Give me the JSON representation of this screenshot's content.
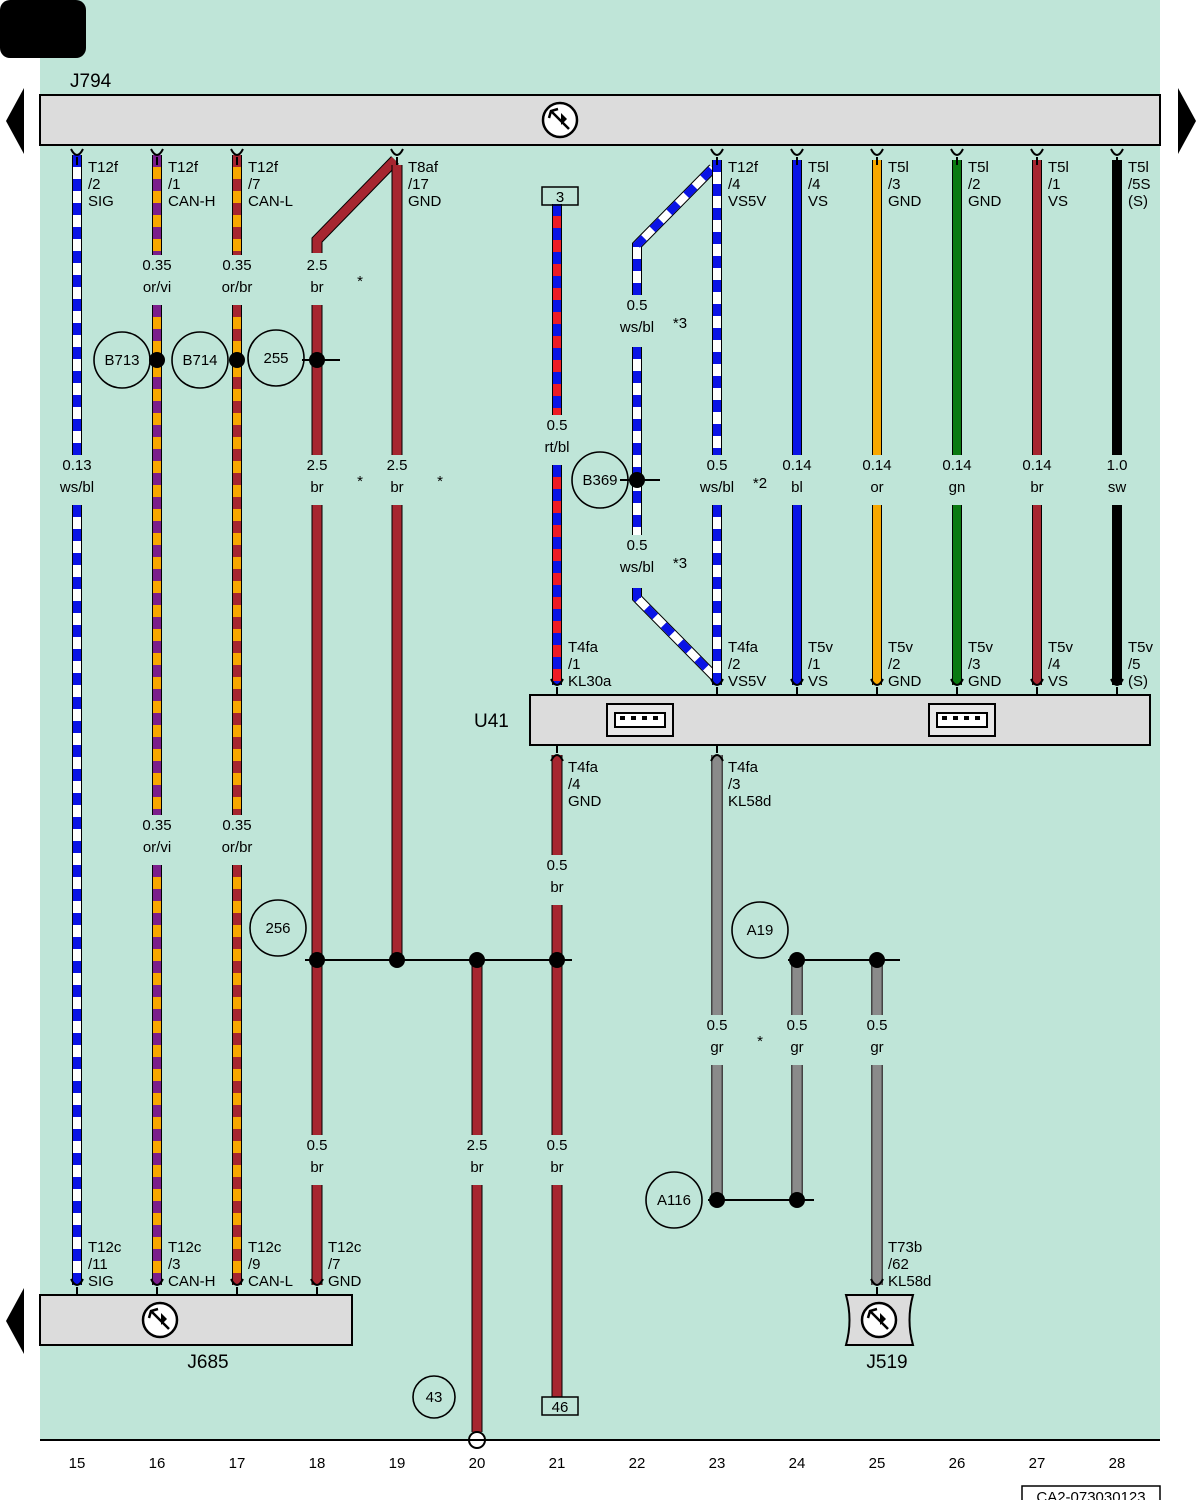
{
  "colors": {
    "background": "#bfe5d8",
    "component_fill": "#dcdcdc",
    "ws": "#ffffff",
    "bl": "#0a14e6",
    "or": "#f7a800",
    "vi": "#7b1f8c",
    "br": "#a62630",
    "rt": "#ee1c24",
    "gn": "#0a7a12",
    "gr": "#8a8a8a",
    "sw": "#000000"
  },
  "components": {
    "j794": "J794",
    "u41": "U41",
    "j685": "J685",
    "j519": "J519"
  },
  "page_code": "CA2-073030123",
  "columns": [
    "15",
    "16",
    "17",
    "18",
    "19",
    "20",
    "21",
    "22",
    "23",
    "24",
    "25",
    "26",
    "27",
    "28"
  ],
  "connections": [
    {
      "id": "c15-top",
      "col": 15,
      "lines": [
        "T12f",
        "/2",
        "SIG"
      ]
    },
    {
      "id": "c16-top",
      "col": 16,
      "lines": [
        "T12f",
        "/1",
        "CAN-H"
      ]
    },
    {
      "id": "c17-top",
      "col": 17,
      "lines": [
        "T12f",
        "/7",
        "CAN-L"
      ]
    },
    {
      "id": "c19-top",
      "col": 19,
      "lines": [
        "T8af",
        "/17",
        "GND"
      ]
    },
    {
      "id": "c23-top",
      "col": 23,
      "lines": [
        "T12f",
        "/4",
        "VS5V"
      ]
    },
    {
      "id": "c24-top",
      "col": 24,
      "lines": [
        "T5l",
        "/4",
        "VS"
      ]
    },
    {
      "id": "c25-top",
      "col": 25,
      "lines": [
        "T5l",
        "/3",
        "GND"
      ]
    },
    {
      "id": "c26-top",
      "col": 26,
      "lines": [
        "T5l",
        "/2",
        "GND"
      ]
    },
    {
      "id": "c27-top",
      "col": 27,
      "lines": [
        "T5l",
        "/1",
        "VS"
      ]
    },
    {
      "id": "c28-top",
      "col": 28,
      "lines": [
        "T5l",
        "/5S",
        "(S)"
      ]
    },
    {
      "id": "c21-u41in",
      "col": 21,
      "lines": [
        "T4fa",
        "/1",
        "KL30a"
      ]
    },
    {
      "id": "c23-u41in",
      "col": 23,
      "lines": [
        "T4fa",
        "/2",
        "VS5V"
      ]
    },
    {
      "id": "c24-u41in",
      "col": 24,
      "lines": [
        "T5v",
        "/1",
        "VS"
      ]
    },
    {
      "id": "c25-u41in",
      "col": 25,
      "lines": [
        "T5v",
        "/2",
        "GND"
      ]
    },
    {
      "id": "c26-u41in",
      "col": 26,
      "lines": [
        "T5v",
        "/3",
        "GND"
      ]
    },
    {
      "id": "c27-u41in",
      "col": 27,
      "lines": [
        "T5v",
        "/4",
        "VS"
      ]
    },
    {
      "id": "c28-u41in",
      "col": 28,
      "lines": [
        "T5v",
        "/5",
        "(S)"
      ]
    },
    {
      "id": "c21-u41out",
      "col": 21,
      "lines": [
        "T4fa",
        "/4",
        "GND"
      ]
    },
    {
      "id": "c23-u41out",
      "col": 23,
      "lines": [
        "T4fa",
        "/3",
        "KL58d"
      ]
    },
    {
      "id": "c15-bot",
      "col": 15,
      "lines": [
        "T12c",
        "/11",
        "SIG"
      ]
    },
    {
      "id": "c16-bot",
      "col": 16,
      "lines": [
        "T12c",
        "/3",
        "CAN-H"
      ]
    },
    {
      "id": "c17-bot",
      "col": 17,
      "lines": [
        "T12c",
        "/9",
        "CAN-L"
      ]
    },
    {
      "id": "c18-bot",
      "col": 18,
      "lines": [
        "T12c",
        "/7",
        "GND"
      ]
    },
    {
      "id": "c25-bot",
      "col": 25,
      "lines": [
        "T73b",
        "/62",
        "KL58d"
      ]
    }
  ],
  "wire_labels": [
    {
      "id": "w15",
      "col": 15,
      "size": "0.13",
      "color": "ws/bl"
    },
    {
      "id": "w16a",
      "col": 16,
      "size": "0.35",
      "color": "or/vi"
    },
    {
      "id": "w17a",
      "col": 17,
      "size": "0.35",
      "color": "or/br"
    },
    {
      "id": "w18a",
      "col": 18,
      "size": "2.5",
      "color": "br",
      "note": "*"
    },
    {
      "id": "w18b",
      "col": 18,
      "size": "2.5",
      "color": "br",
      "note": "*"
    },
    {
      "id": "w19",
      "col": 19,
      "size": "2.5",
      "color": "br",
      "note": "*"
    },
    {
      "id": "w21a",
      "col": 21,
      "size": "0.5",
      "color": "rt/bl"
    },
    {
      "id": "w22a",
      "col": 22,
      "size": "0.5",
      "color": "ws/bl",
      "note": "*3"
    },
    {
      "id": "w22b",
      "col": 22,
      "size": "0.5",
      "color": "ws/bl",
      "note": "*3"
    },
    {
      "id": "w23a",
      "col": 23,
      "size": "0.5",
      "color": "ws/bl",
      "note": "*2"
    },
    {
      "id": "w24",
      "col": 24,
      "size": "0.14",
      "color": "bl"
    },
    {
      "id": "w25a",
      "col": 25,
      "size": "0.14",
      "color": "or"
    },
    {
      "id": "w26",
      "col": 26,
      "size": "0.14",
      "color": "gn"
    },
    {
      "id": "w27",
      "col": 27,
      "size": "0.14",
      "color": "br"
    },
    {
      "id": "w28",
      "col": 28,
      "size": "1.0",
      "color": "sw"
    },
    {
      "id": "w16b",
      "col": 16,
      "size": "0.35",
      "color": "or/vi"
    },
    {
      "id": "w17b",
      "col": 17,
      "size": "0.35",
      "color": "or/br"
    },
    {
      "id": "w21b",
      "col": 21,
      "size": "0.5",
      "color": "br"
    },
    {
      "id": "w23b",
      "col": 23,
      "size": "0.5",
      "color": "gr",
      "note": "*"
    },
    {
      "id": "w24b",
      "col": 24,
      "size": "0.5",
      "color": "gr"
    },
    {
      "id": "w25b",
      "col": 25,
      "size": "0.5",
      "color": "gr"
    },
    {
      "id": "w18c",
      "col": 18,
      "size": "0.5",
      "color": "br"
    },
    {
      "id": "w20",
      "col": 20,
      "size": "2.5",
      "color": "br"
    },
    {
      "id": "w21c",
      "col": 21,
      "size": "0.5",
      "color": "br"
    }
  ],
  "circle_refs": [
    {
      "id": "b713",
      "label": "B713"
    },
    {
      "id": "b714",
      "label": "B714"
    },
    {
      "id": "r255",
      "label": "255"
    },
    {
      "id": "b369",
      "label": "B369"
    },
    {
      "id": "r256",
      "label": "256"
    },
    {
      "id": "a19",
      "label": "A19"
    },
    {
      "id": "a116",
      "label": "A116"
    },
    {
      "id": "r43",
      "label": "43"
    }
  ],
  "box_refs": [
    {
      "id": "ref-3",
      "label": "3"
    },
    {
      "id": "ref-46",
      "label": "46"
    }
  ],
  "icons": [
    "ground-symbol-icon",
    "usb-port-icon",
    "arrow-left-icon",
    "arrow-right-icon"
  ]
}
